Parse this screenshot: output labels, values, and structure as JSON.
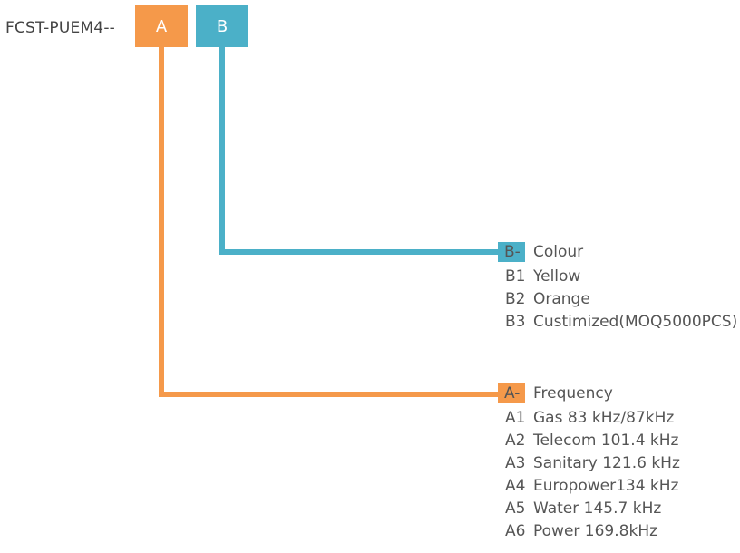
{
  "code_prefix": "FCST-PUEM4--",
  "colors": {
    "a": "#f5994a",
    "b": "#4bb0c8"
  },
  "boxes": {
    "a": "A",
    "b": "B"
  },
  "groups": {
    "b": {
      "tag": "B-",
      "title": "Colour",
      "options": [
        {
          "code": "B1",
          "label": "Yellow"
        },
        {
          "code": "B2",
          "label": "Orange"
        },
        {
          "code": "B3",
          "label": "Custimized(MOQ5000PCS)"
        }
      ]
    },
    "a": {
      "tag": "A-",
      "title": "Frequency",
      "options": [
        {
          "code": "A1",
          "label": "Gas 83 kHz/87kHz"
        },
        {
          "code": "A2",
          "label": "Telecom 101.4 kHz"
        },
        {
          "code": "A3",
          "label": "Sanitary 121.6 kHz"
        },
        {
          "code": "A4",
          "label": "Europower134 kHz"
        },
        {
          "code": "A5",
          "label": "Water 145.7 kHz"
        },
        {
          "code": "A6",
          "label": "Power 169.8kHz"
        }
      ]
    }
  }
}
